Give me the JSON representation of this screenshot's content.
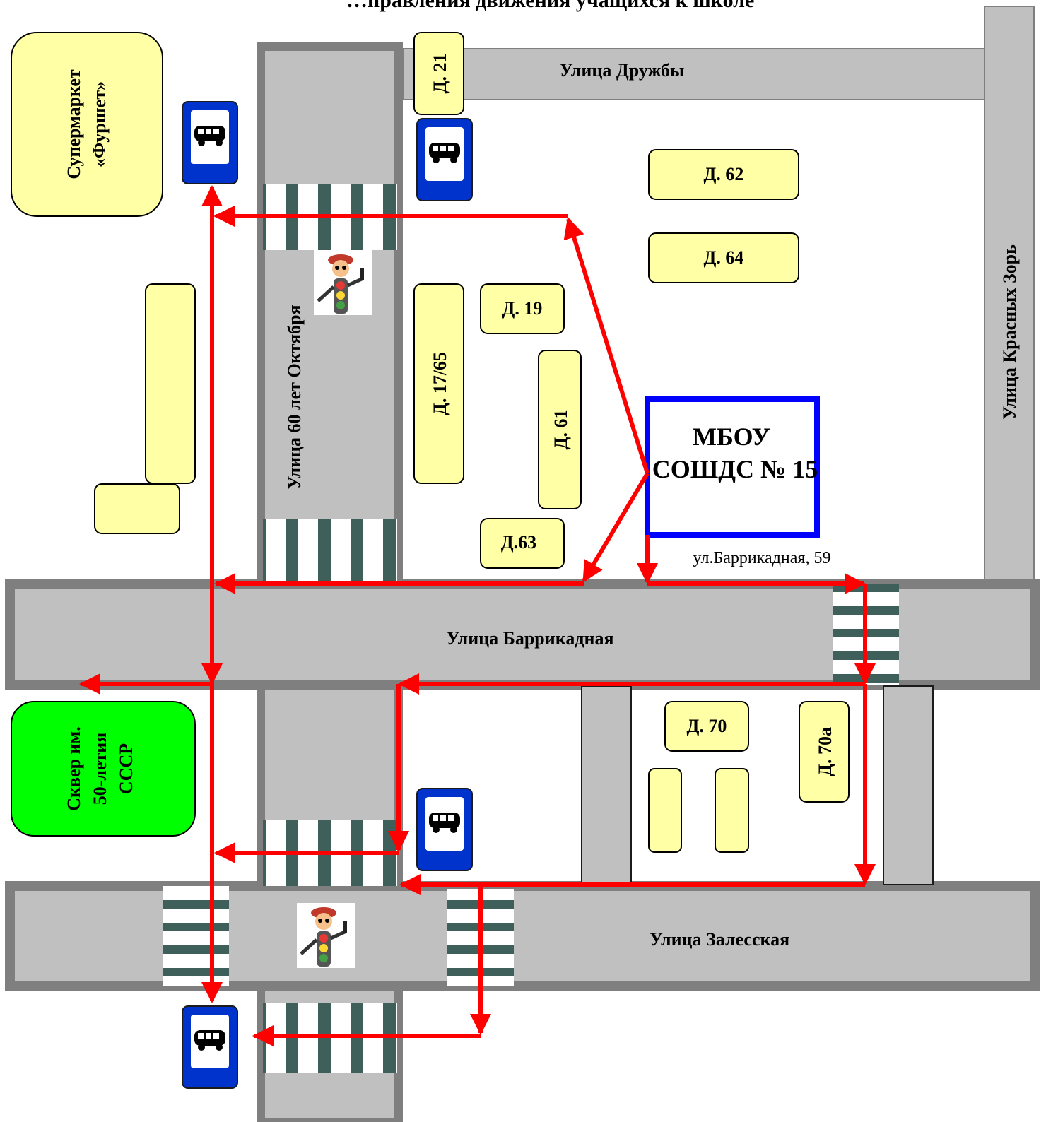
{
  "title": "…правления движения учащихся к школе",
  "streets": {
    "druzhby": "Улица Дружбы",
    "oktyabrya": "Улица 60 лет Октября",
    "krasnykh_zor": "Улица Красных Зорь",
    "barrikadnaya": "Улица Баррикадная",
    "zalesskaya": "Улица Залесская"
  },
  "places": {
    "supermarket_line1": "Супермаркет",
    "supermarket_line2": "«Фуршет»",
    "park_line1": "Сквер им.",
    "park_line2": "50-летия",
    "park_line3": "СССР"
  },
  "houses": {
    "d21": "Д. 21",
    "d62": "Д. 62",
    "d64": "Д. 64",
    "d19": "Д. 19",
    "d17_65": "Д. 17/65",
    "d61": "Д. 61",
    "d63": "Д.63",
    "d70": "Д. 70",
    "d70a": "Д. 70а"
  },
  "school": {
    "line1": "МБОУ",
    "line2": "СОШДС № 15",
    "address": "ул.Баррикадная, 59"
  },
  "icons": [
    "bus-stop-icon",
    "traffic-officer-icon"
  ],
  "colors": {
    "road": "#c0c0c0",
    "road_border": "#7f7f7f",
    "building": "#ffffa6",
    "park": "#00ff00",
    "route": "#ff0000",
    "school_border": "#0000ff",
    "bus_sign": "#0033cc",
    "crosswalk_dark": "#3e5f5a"
  }
}
